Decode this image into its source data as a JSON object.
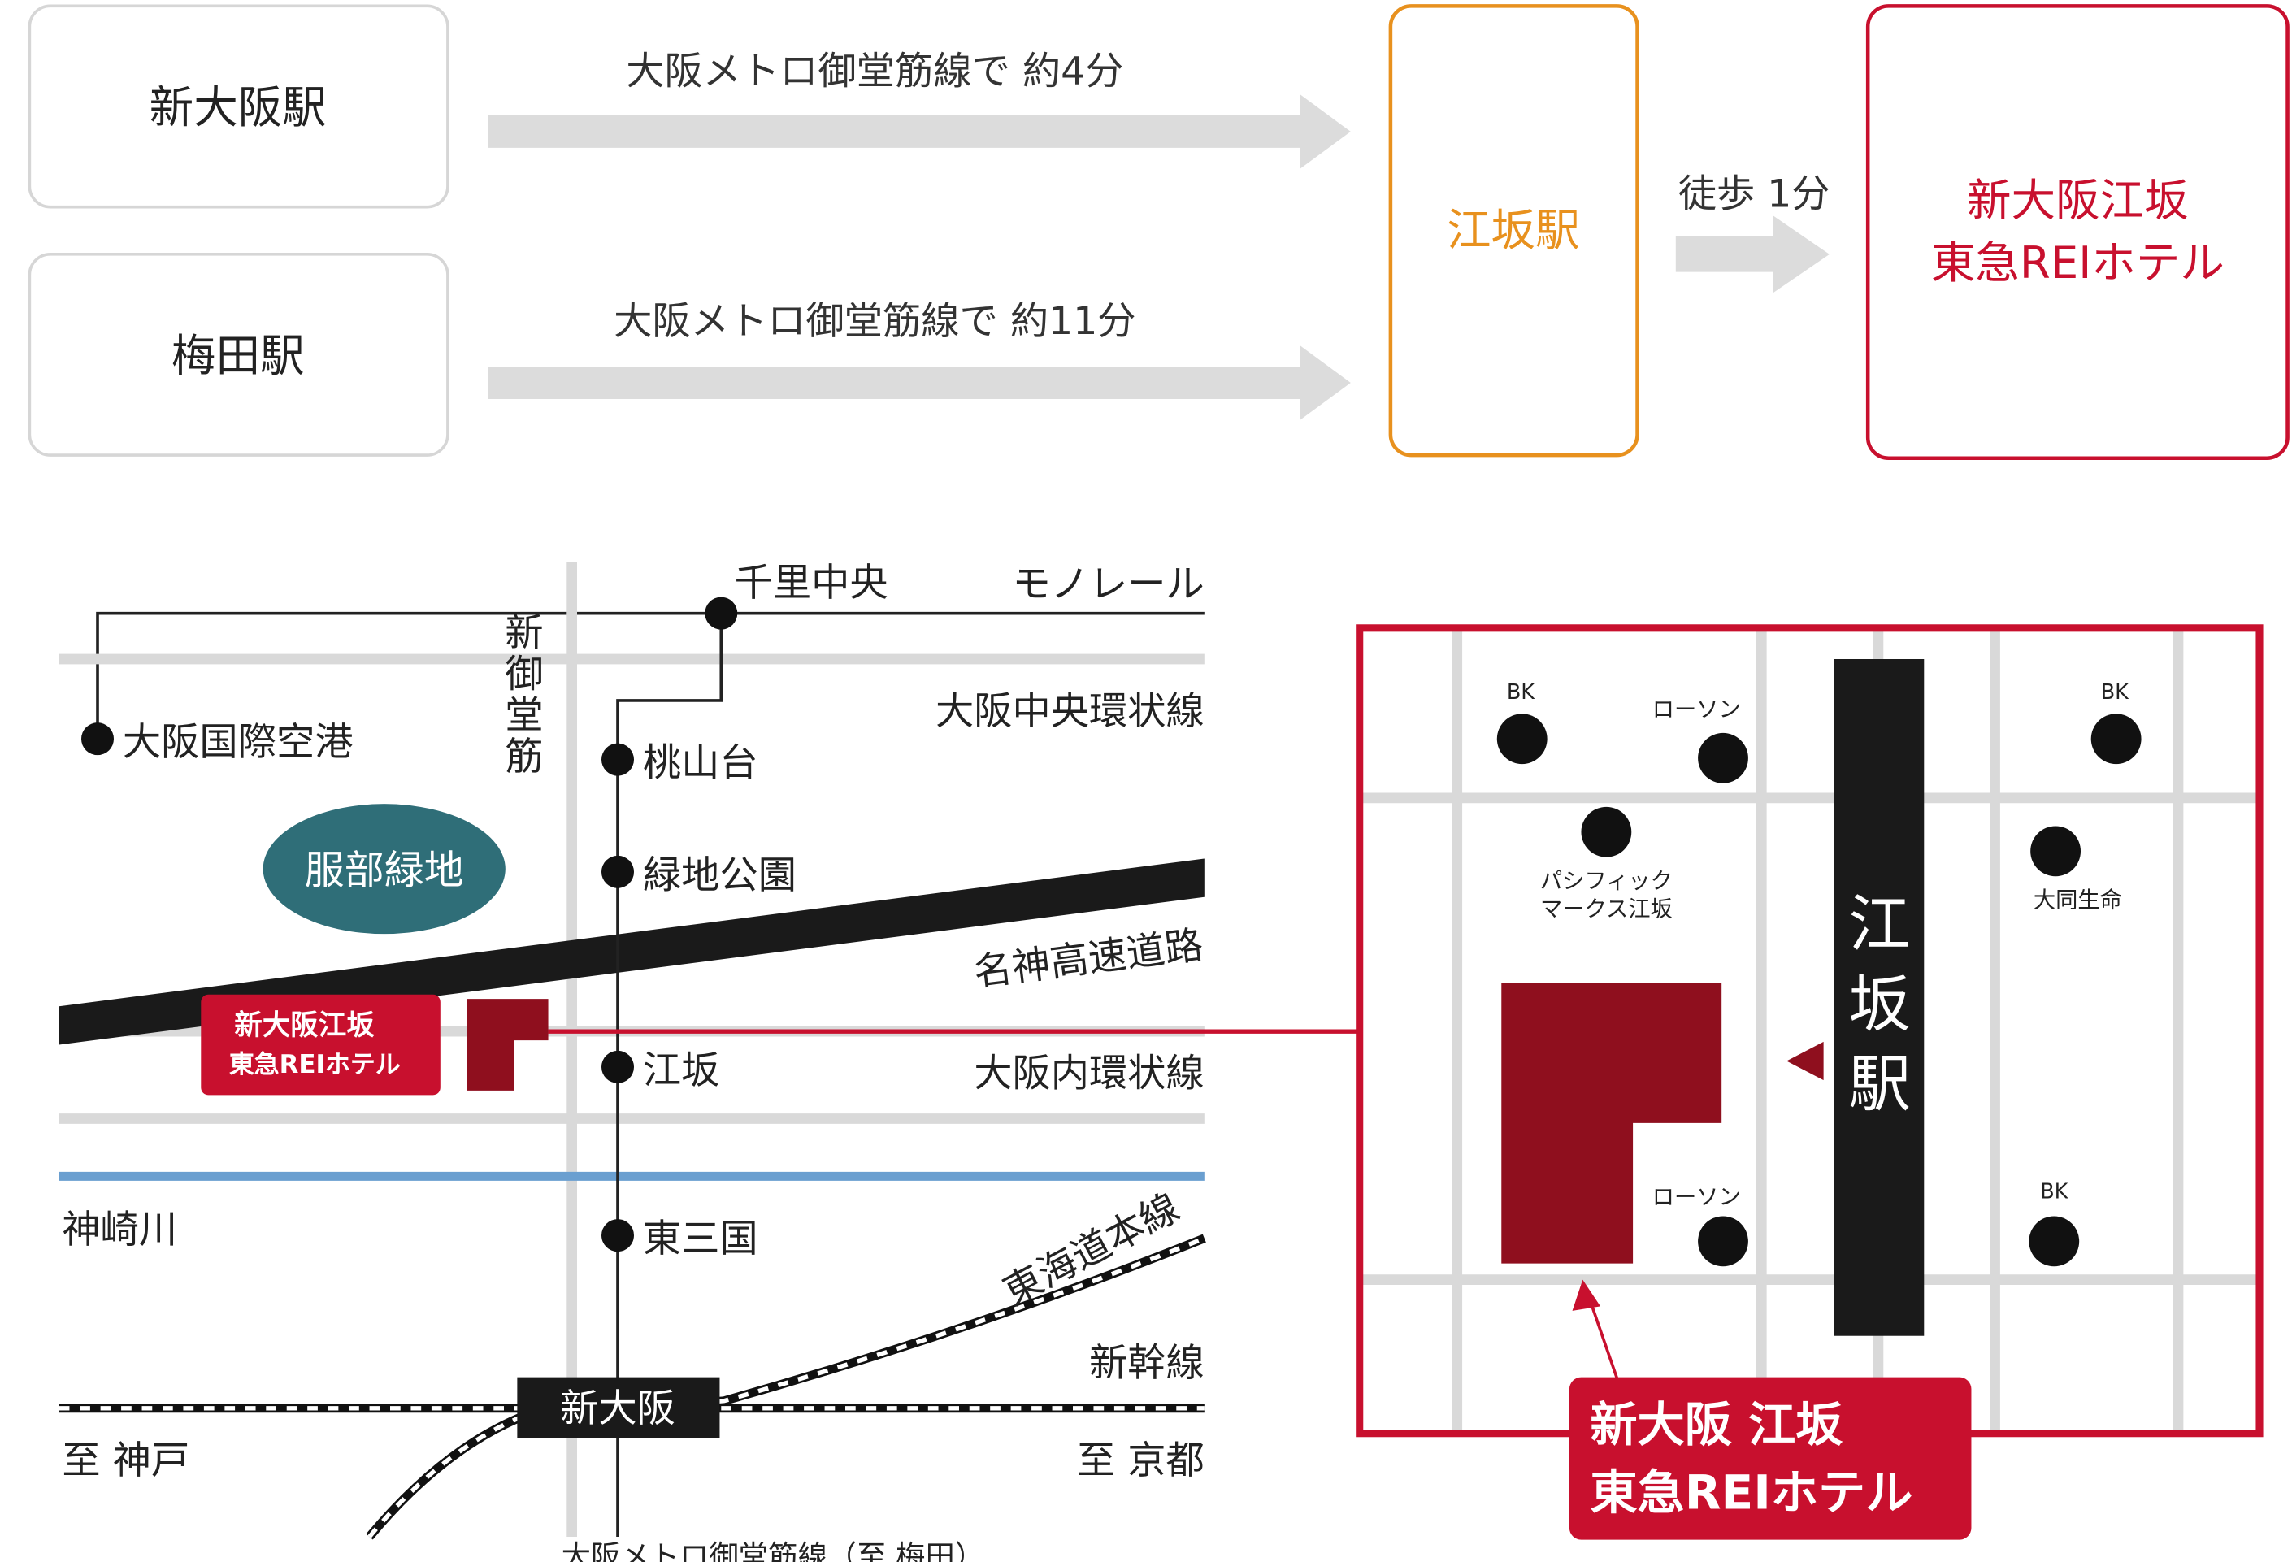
{
  "route": {
    "origins": [
      {
        "station": "新大阪駅",
        "route_text": "大阪メトロ御堂筋線で 約4分"
      },
      {
        "station": "梅田駅",
        "route_text": "大阪メトロ御堂筋線で 約11分"
      }
    ],
    "transfer_station": "江坂駅",
    "walk_text": "徒歩 1分",
    "destination": {
      "line1": "新大阪江坂",
      "line2": "東急REIホテル"
    }
  },
  "area_map": {
    "stations": {
      "senri_chuo": "千里中央",
      "momoyamadai": "桃山台",
      "ryokuchi_koen": "緑地公園",
      "esaka": "江坂",
      "higashi_mikuni": "東三国",
      "shin_osaka": "新大阪",
      "airport": "大阪国際空港"
    },
    "lines": {
      "monorail": "モノレール",
      "chuo_kanjo": "大阪中央環状線",
      "meishin": "名神高速道路",
      "nai_kanjo": "大阪内環状線",
      "tokaido": "東海道本線",
      "shinkansen": "新幹線",
      "midosuji_vertical": "新御堂筋",
      "midosuji_bottom": "大阪メトロ御堂筋線（至 梅田）"
    },
    "landmarks": {
      "park": "服部緑地",
      "river": "神崎川"
    },
    "directions": {
      "west": "至 神戸",
      "east": "至 京都"
    },
    "hotel_label": {
      "line1": "新大阪江坂",
      "line2": "東急REIホテル"
    }
  },
  "detail_map": {
    "station": "江坂駅",
    "pois": {
      "bk_top_left": "BK",
      "lawson_top": "ローソン",
      "bk_top_right": "BK",
      "pacific_line1": "パシフィック",
      "pacific_line2": "マークス江坂",
      "daido": "大同生命",
      "lawson_bottom": "ローソン",
      "bk_bottom_right": "BK"
    },
    "hotel_label": {
      "line1": "新大阪 江坂",
      "line2": "東急REIホテル"
    }
  },
  "colors": {
    "hotel_red": "#c8102e",
    "building_dark_red": "#8f0f1e",
    "esaka_orange": "#e8911e",
    "road_gray": "#d9d9d9",
    "park_teal": "#2f6e78",
    "river_blue": "#6a9fd0"
  }
}
